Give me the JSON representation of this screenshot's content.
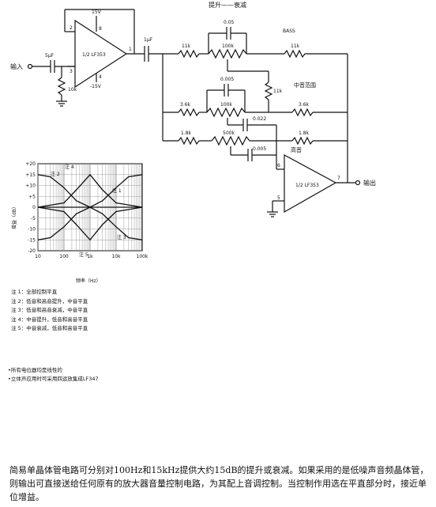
{
  "circuit": {
    "title": "提升——衰减",
    "input_label": "输入",
    "output_label": "输出",
    "opamp1": {
      "name": "1/2 LF353",
      "pos_supply": "15V",
      "neg_supply": "-15V",
      "pin_a": "2",
      "pin_b": "3",
      "pin_c": "1",
      "pin_d": "8",
      "pin_e": "4"
    },
    "opamp2": {
      "name": "1/2 LF353",
      "pin_a": "6",
      "pin_b": "5",
      "pin_c": "7"
    },
    "input_cap": "5μF",
    "input_res": "10k",
    "coupling_cap": "1μF",
    "bass_label": "BASS",
    "mid_label": "中音范围",
    "treble_label": "高音",
    "bass": {
      "cap": "0.05",
      "r_left": "11k",
      "pot": "100k",
      "r_right": "11k"
    },
    "mid": {
      "cap": "0.005",
      "r_left": "3.6k",
      "pot": "100k",
      "r_right": "3.6k",
      "r_shunt": "11k",
      "cap2": "0.022"
    },
    "treble": {
      "r_left": "1.8k",
      "pot": "500k",
      "r_right": "1.8k",
      "cap": "0.005"
    }
  },
  "chart": {
    "ylabel": "增益（dB）",
    "xlabel": "频率（Hz）",
    "y_ticks": [
      "+20",
      "+15",
      "+10",
      "+5",
      "0",
      "-5",
      "-10",
      "-15",
      "-20"
    ],
    "x_ticks": [
      "10",
      "100",
      "1k",
      "10k",
      "100k"
    ],
    "annotations": [
      "注 4",
      "注 2",
      "注 1",
      "注 3",
      "注 5"
    ]
  },
  "notes": [
    "注 1：全部控制平直",
    "注 2：低音和高音提升，中音平直",
    "注 3：低音和高音衰减，中音平直",
    "注 4：中音提升，低音和高音平直",
    "注 5：中音衰减，低音和高音平直"
  ],
  "footnotes": [
    "•所有电位器均是线性的",
    "•立体声应用时可采用四运放集成LF347"
  ],
  "description": "简易单晶体管电路可分别对100Hz和15kHz提供大约15dB的提升或衰减。如果采用的是低噪声音频晶体管，则输出可直接送给任何原有的放大器音量控制电路，为其配上音调控制。当控制作用选在平直部分时，接近单位增益。",
  "chart_data": {
    "type": "line",
    "x_scale": "log",
    "xlim": [
      10,
      100000
    ],
    "ylim": [
      -20,
      20
    ],
    "series": [
      {
        "name": "注 1",
        "x": [
          10,
          100000
        ],
        "y": [
          0,
          0
        ]
      },
      {
        "name": "注 2",
        "x": [
          10,
          30,
          100,
          300,
          1000,
          3000,
          10000,
          30000,
          100000
        ],
        "y": [
          15,
          14,
          9,
          3,
          0,
          3,
          9,
          14,
          15
        ]
      },
      {
        "name": "注 3",
        "x": [
          10,
          30,
          100,
          300,
          1000,
          3000,
          10000,
          30000,
          100000
        ],
        "y": [
          -15,
          -14,
          -9,
          -3,
          0,
          -3,
          -9,
          -14,
          -15
        ]
      },
      {
        "name": "注 4",
        "x": [
          10,
          100,
          300,
          1000,
          3000,
          10000,
          100000
        ],
        "y": [
          0,
          2,
          8,
          15,
          8,
          2,
          0
        ]
      },
      {
        "name": "注 5",
        "x": [
          10,
          100,
          300,
          1000,
          3000,
          10000,
          100000
        ],
        "y": [
          0,
          -2,
          -8,
          -15,
          -8,
          -2,
          0
        ]
      }
    ]
  }
}
